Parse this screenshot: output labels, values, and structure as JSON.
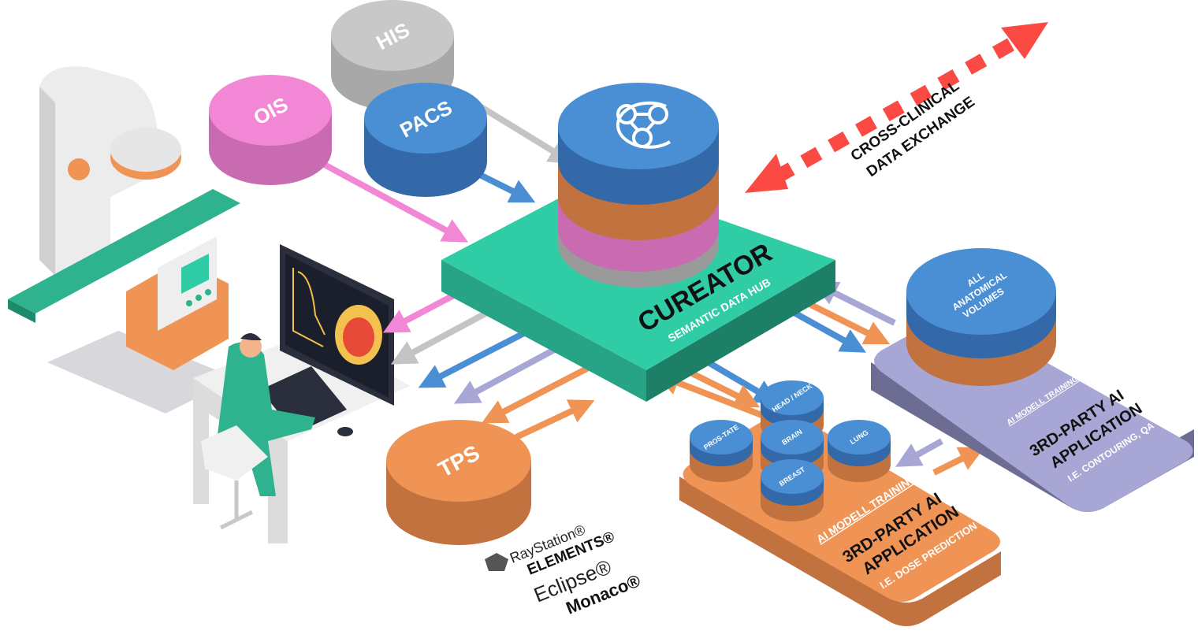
{
  "databases": {
    "his": "HIS",
    "ois": "OIS",
    "pacs": "PACS",
    "tps": "TPS"
  },
  "hub": {
    "title": "CUREATOR",
    "subtitle": "SEMANTIC DATA HUB"
  },
  "exchange": {
    "line1": "CROSS-CLINICAL",
    "line2": "DATA EXCHANGE"
  },
  "dose_app": {
    "training": "AI MODELL TRAINING",
    "title1": "3RD-PARTY AI",
    "title2": "APPLICATION",
    "example": "I.E. DOSE PREDICTION",
    "volumes": [
      "HEAD / NECK",
      "PROS-TATE",
      "BRAIN",
      "LUNG",
      "BREAST"
    ]
  },
  "contour_app": {
    "training": "AI MODELL TRAINING",
    "title1": "3RD-PARTY AI",
    "title2": "APPLICATION",
    "example": "I.E. CONTOURING, QA",
    "volume1": "ALL",
    "volume2": "ANATOMICAL",
    "volume3": "VOLUMES"
  },
  "tps_vendors": [
    "RayStation®",
    "ELEMENTS®",
    "Eclipse®",
    "Monaco®"
  ],
  "colors": {
    "hub_green": "#2fcca5",
    "blue": "#4a8fd4",
    "orange": "#f09456",
    "pink": "#f287d6",
    "gray": "#c4c4c4",
    "purple": "#a7a6d4",
    "red": "#fb4a43"
  }
}
